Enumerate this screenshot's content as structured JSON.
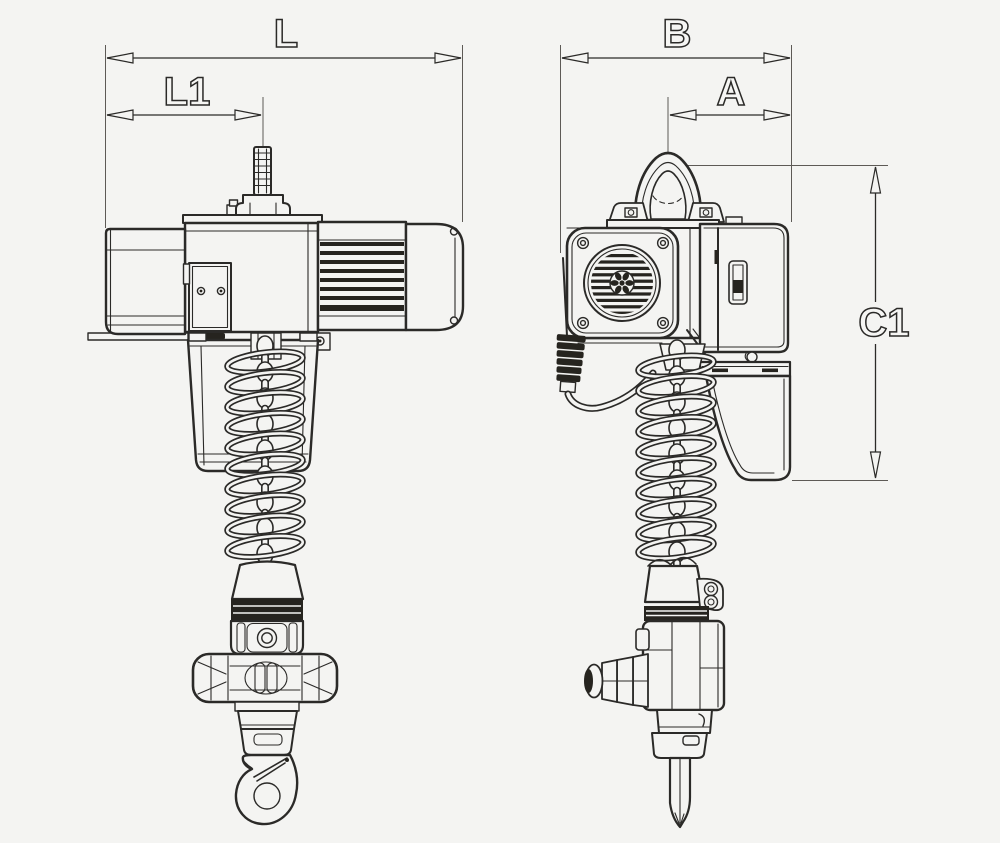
{
  "drawing": {
    "subject": "electric-chain-hoist-dimensional-drawing",
    "background_color": "#f4f4f2",
    "line_color": "#2b2a28",
    "views": [
      {
        "id": "front-view",
        "dimension_labels": [
          "L",
          "L1"
        ]
      },
      {
        "id": "side-view",
        "dimension_labels": [
          "B",
          "A",
          "C1"
        ]
      }
    ]
  },
  "dimension_labels": {
    "L": "L",
    "L1": "L1",
    "B": "B",
    "A": "A",
    "C1": "C1"
  }
}
